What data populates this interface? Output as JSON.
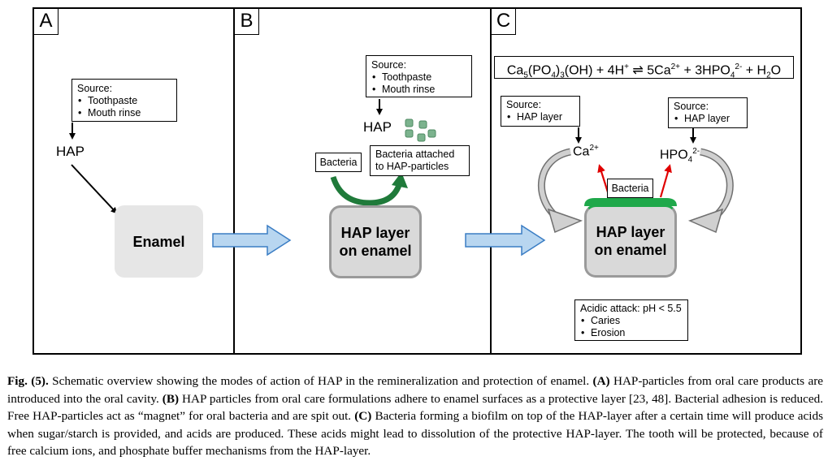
{
  "panels": {
    "a": {
      "letter": "A",
      "source_title": "Source:",
      "source_items": [
        "Toothpaste",
        "Mouth rinse"
      ],
      "hap_label": "HAP",
      "enamel_label": "Enamel"
    },
    "b": {
      "letter": "B",
      "source_title": "Source:",
      "source_items": [
        "Toothpaste",
        "Mouth rinse"
      ],
      "hap_label": "HAP",
      "bacteria_label": "Bacteria",
      "attached_label": "Bacteria attached to HAP-particles",
      "hap_layer_label": "HAP layer on enamel"
    },
    "c": {
      "letter": "C",
      "formula": {
        "a": "Ca",
        "a_sub1": "5",
        "b": "(PO",
        "b_sub": "4",
        "c": ")",
        "c_sub": "3",
        "d": "(OH) + 4H",
        "d_sup": "+",
        "e": " ⇌ 5Ca",
        "e_sup": "2+",
        "f": " + 3HPO",
        "f_sub": "4",
        "f_sup": "2-",
        "g": " + H",
        "g_sub": "2",
        "h": "O"
      },
      "source_left_title": "Source:",
      "source_left_items": [
        "HAP layer"
      ],
      "source_right_title": "Source:",
      "source_right_items": [
        "HAP layer"
      ],
      "ca_ion": "Ca",
      "ca_ion_sup": "2+",
      "hpo_ion": "HPO",
      "hpo_ion_sub": "4",
      "hpo_ion_sup": "2-",
      "bacteria_label": "Bacteria",
      "hap_layer_label": "HAP layer on enamel",
      "acid_title": "Acidic attack: pH < 5.5",
      "acid_items": [
        "Caries",
        "Erosion"
      ]
    }
  },
  "caption": {
    "fig_label": "Fig. (5).",
    "intro": " Schematic overview showing the modes of action of HAP in the remineralization and protection of enamel. ",
    "a_tag": "(A)",
    "a_text": " HAP-particles from oral care products are introduced into the oral cavity. ",
    "b_tag": "(B)",
    "b_text": " HAP particles from oral care formulations adhere to enamel surfaces as a protective layer [23, 48]. Bacterial adhesion is reduced. Free HAP-particles act as “magnet” for oral bacteria and are spit out. ",
    "c_tag": "(C)",
    "c_text": " Bacteria forming a biofilm on top of the HAP-layer after a certain time will produce acids when sugar/starch is provided, and acids are produced. These acids might lead to dissolution of the protective HAP-layer. The tooth will be protected, because of free calcium ions, and phosphate buffer mechanisms from the HAP-layer."
  },
  "colors": {
    "enamel_fill": "#e6e6e6",
    "hap_layer_fill": "#d9d9d9",
    "hap_layer_border": "#9a9a9a",
    "biofilm_green": "#1fa84a",
    "particle_green": "#7cb38e",
    "flow_arrow_fill": "#b8d6f0",
    "flow_arrow_stroke": "#3a7dc4",
    "red_arrow": "#e00000",
    "gray_arrow": "#d0d0d0"
  }
}
